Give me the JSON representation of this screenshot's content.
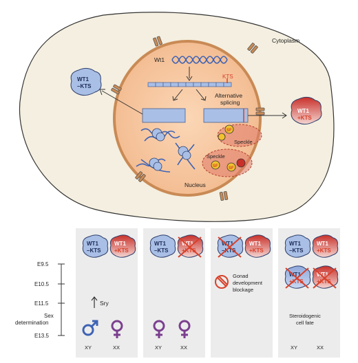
{
  "top": {
    "cytoplasm_label": "Cytoplasm",
    "nucleus_label": "Nucleus",
    "gene_label": "Wt1",
    "kts_label": "KTS",
    "alt_splicing_line1": "Alternative",
    "alt_splicing_line2": "splicing",
    "speckle_label": "Speckle",
    "sf_label": "SF",
    "protein_minus": {
      "line1": "WT1",
      "line2": "–KTS"
    },
    "protein_plus": {
      "line1": "WT1",
      "line2": "+KTS"
    }
  },
  "timeline": {
    "labels": [
      "E9.5",
      "E10.5",
      "E11.5",
      "Sex determination",
      "E13.5"
    ],
    "sex_det_line1": "Sex",
    "sex_det_line2": "determination"
  },
  "panels": {
    "p1": {
      "sry": "Sry",
      "xy": "XY",
      "xx": "XX"
    },
    "p3": {
      "blockage_line1": "Gonad",
      "blockage_line2": "development",
      "blockage_line3": "blockage"
    },
    "p4": {
      "fate_line1": "Steroidogenic",
      "fate_line2": "cell fate",
      "xy": "XY",
      "xx": "XX"
    }
  },
  "colors": {
    "cell": "#f4efe0",
    "nucleus": "#f6c9a0",
    "nucleus_border": "#c98a55",
    "blue_protein": "#a9bfe6",
    "red": "#d8412a",
    "dna": "#3e63b5",
    "panel": "#ececec"
  }
}
